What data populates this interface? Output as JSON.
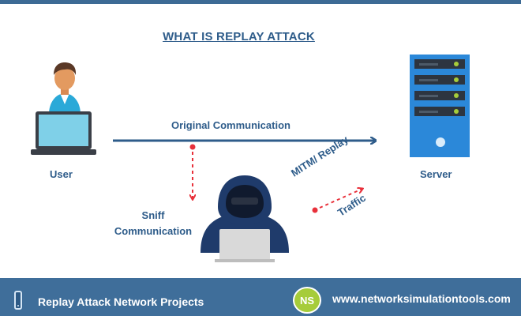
{
  "title": "WHAT IS REPLAY ATTACK",
  "labels": {
    "user": "User",
    "server": "Server",
    "original_communication": "Original  Communication",
    "sniff_line1": "Sniff",
    "sniff_line2": "Communication",
    "mitm_replay": "MITM/ Replay",
    "traffic": "Traffic"
  },
  "footer": {
    "left_text": "Replay Attack Network Projects",
    "logo_text": "NS",
    "right_text": "www.networksimulationtools.com"
  },
  "icons": [
    "user-laptop-icon",
    "server-icon",
    "hacker-icon",
    "phone-icon",
    "ns-logo-icon"
  ],
  "colors": {
    "primary": "#2e5c8a",
    "attack_red": "#e8303a",
    "footer_bg": "#3f6e9a",
    "server_blue": "#2b88d9",
    "logo_green": "#a6cc3a"
  }
}
